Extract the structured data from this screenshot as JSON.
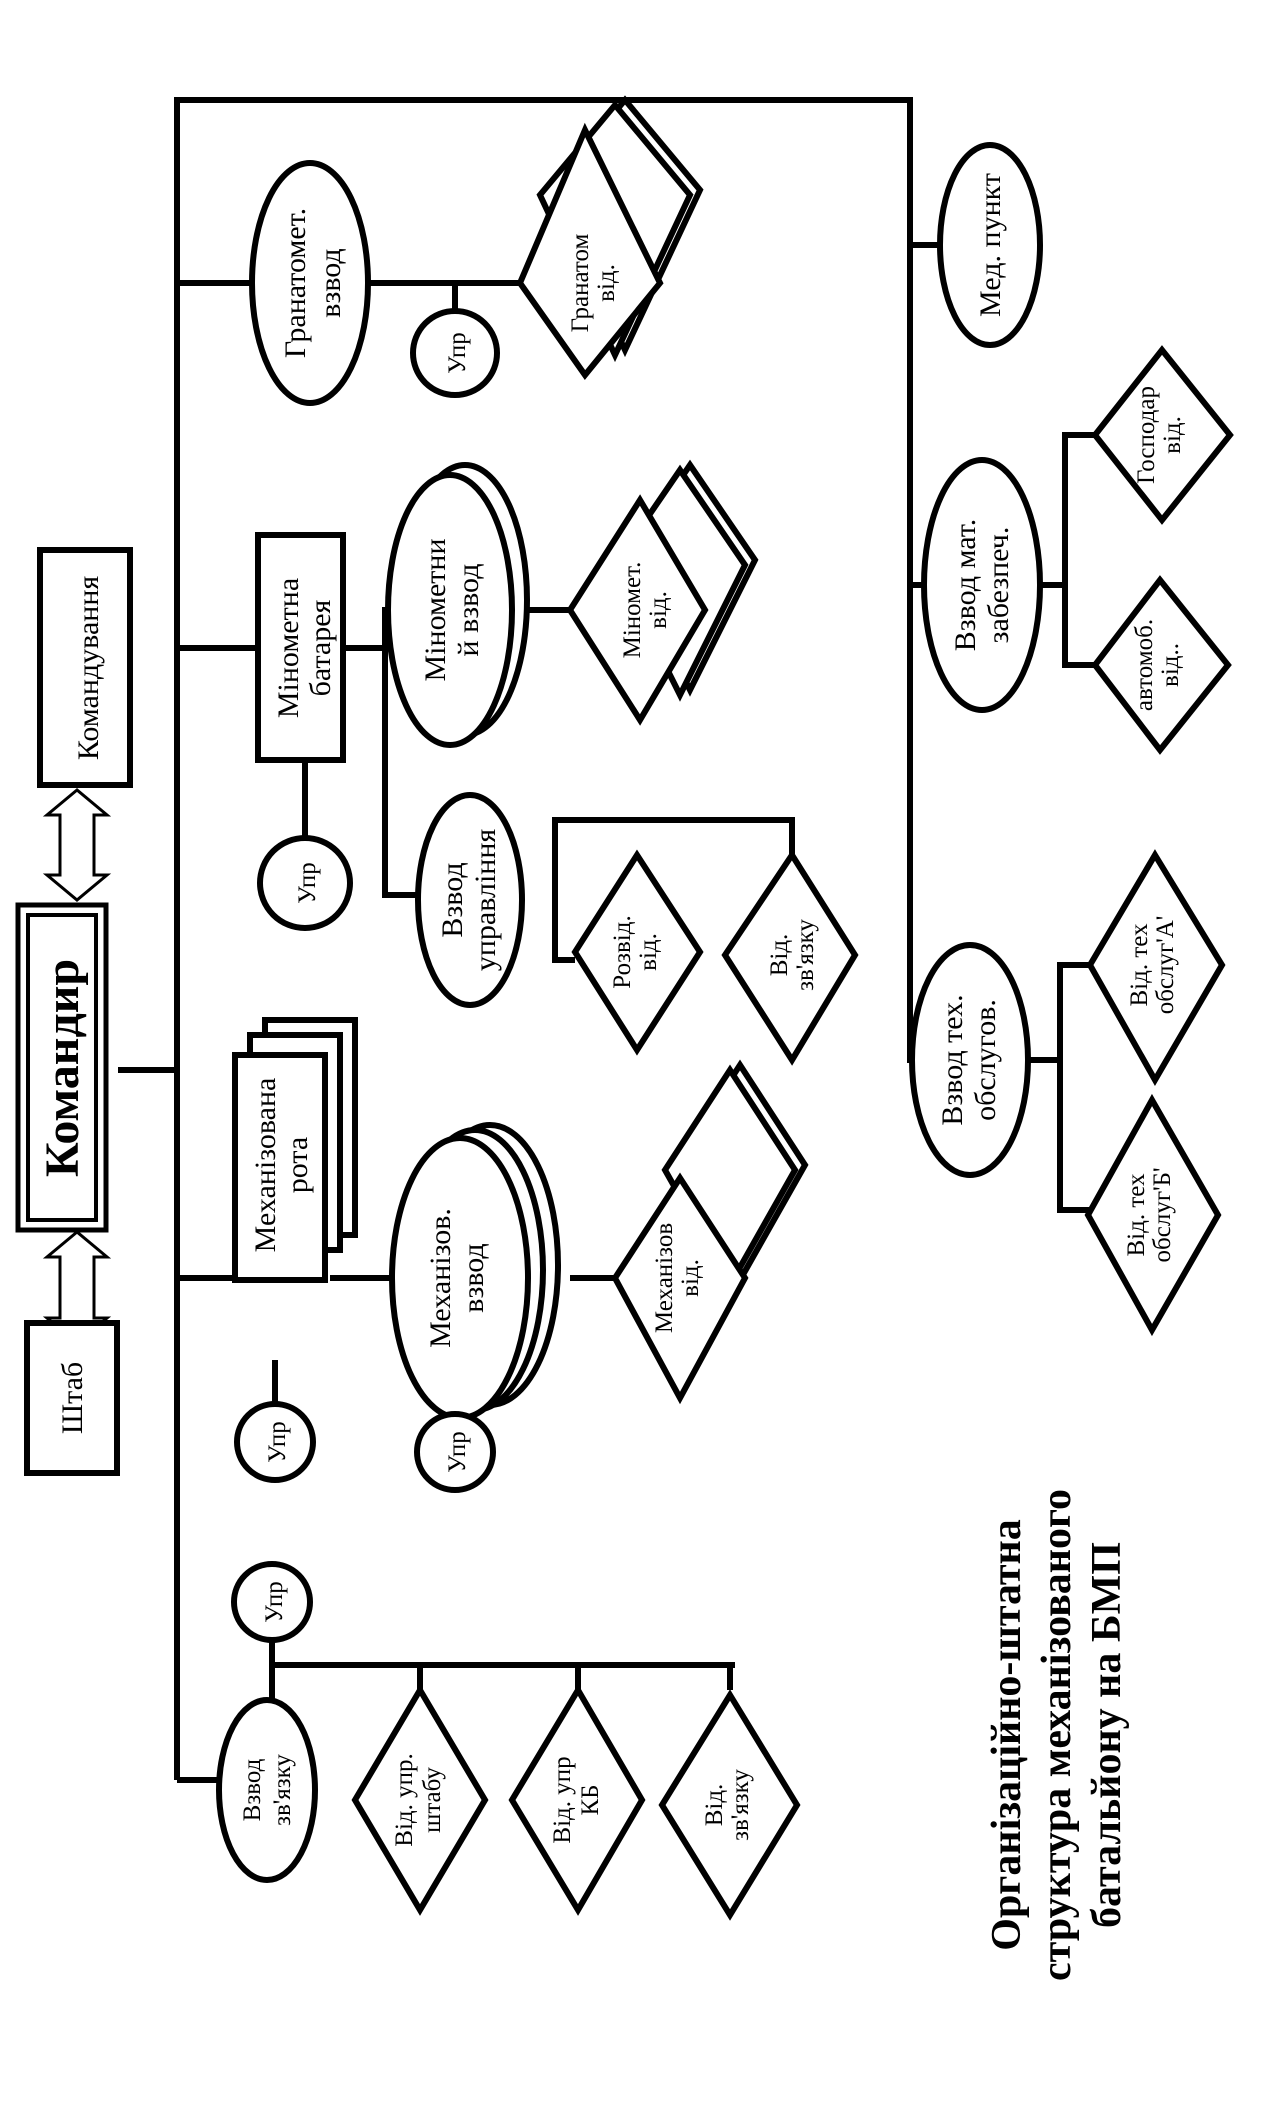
{
  "title": {
    "lines": [
      "Організаційно-штатна",
      "структура механізованого",
      "батальйону на БМП"
    ]
  },
  "top": {
    "commander": "Командир",
    "command": "Командування",
    "staff": "Штаб"
  },
  "units": {
    "signal_platoon": {
      "l1": "Взвод",
      "l2": "зв'язку"
    },
    "signal_mgmt": "Упр",
    "signal_subs": [
      {
        "l1": "Від. упр.",
        "l2": "штабу"
      },
      {
        "l1": "Від. упр",
        "l2": "КБ"
      },
      {
        "l1": "Від.",
        "l2": "зв'язку"
      }
    ],
    "mech_company": {
      "l1": "Механізована",
      "l2": "рота"
    },
    "mech_company_mgmt": "Упр",
    "mech_platoon": {
      "l1": "Механізов.",
      "l2": "взвод"
    },
    "mech_platoon_mgmt": "Упр",
    "mech_squad": {
      "l1": "Механізов",
      "l2": "від."
    },
    "mortar_battery": {
      "l1": "Мінометна",
      "l2": "батарея"
    },
    "mortar_battery_mgmt": "Упр",
    "mortar_platoon": {
      "l1": "Мінометни",
      "l2": "й взвод"
    },
    "mortar_squad": {
      "l1": "Міномет.",
      "l2": "від."
    },
    "control_platoon": {
      "l1": "Взвод",
      "l2": "управління"
    },
    "recon_squad": {
      "l1": "Розвід.",
      "l2": "від."
    },
    "comm_squad": {
      "l1": "Від.",
      "l2": "зв'язку"
    },
    "grenade_platoon": {
      "l1": "Гранатомет.",
      "l2": "взвод"
    },
    "grenade_mgmt": "Упр",
    "grenade_squad": {
      "l1": "Гранатом",
      "l2": "від."
    },
    "medical": "Мед. пункт",
    "supply_platoon": {
      "l1": "Взвод мат.",
      "l2": "забезпеч."
    },
    "supply_subs": [
      {
        "l1": "автомоб.",
        "l2": "від.."
      },
      {
        "l1": "Господар",
        "l2": "від."
      }
    ],
    "tech_platoon": {
      "l1": "Взвод тех.",
      "l2": "обслугов."
    },
    "tech_subs": [
      {
        "l1": "Від. тех",
        "l2": "обслуг'Б'"
      },
      {
        "l1": "Від. тех",
        "l2": "обслуг'А'"
      }
    ]
  }
}
